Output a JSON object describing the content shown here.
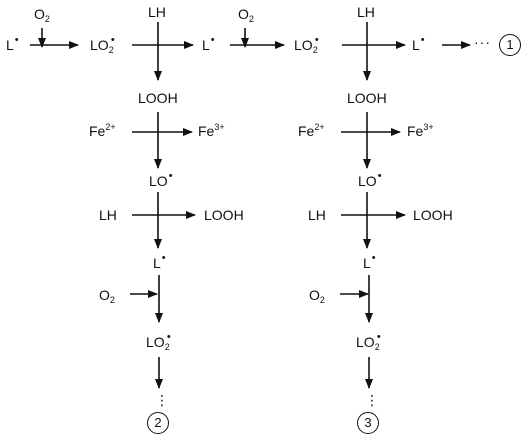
{
  "species": {
    "lipid_radical": "L",
    "peroxyl_radical": "LO",
    "peroxyl_sub": "2",
    "lipid": "LH",
    "hydroperoxide": "LOOH",
    "alkoxyl_radical": "LO",
    "oxygen": "O",
    "oxygen_sub": "2",
    "iron_2": "Fe",
    "iron_2_charge": "2+",
    "iron_3": "Fe",
    "iron_3_charge": "3+",
    "radical_dot": "•"
  },
  "markers": {
    "continue_dots": "···",
    "vertical_dots": "⋮",
    "pathway_1": "1",
    "pathway_2": "2",
    "pathway_3": "3"
  }
}
